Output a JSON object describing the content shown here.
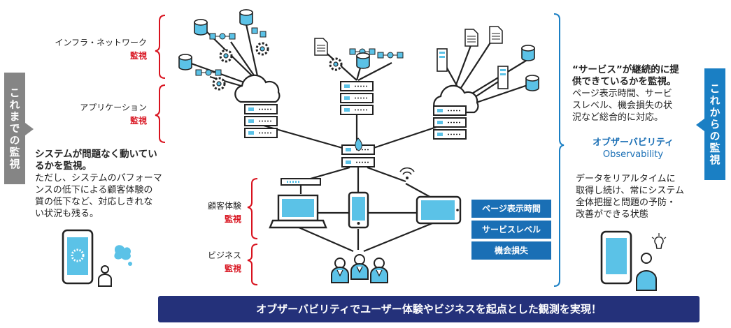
{
  "left_tab": "これまでの監視",
  "right_tab": "これからの監視",
  "categories": {
    "infra": {
      "line1": "インフラ・ネットワーク",
      "line2": "監視"
    },
    "app": {
      "line1": "アプリケーション",
      "line2": "監視"
    },
    "cx": {
      "line1": "顧客体験",
      "line2": "監視"
    },
    "biz": {
      "line1": "ビジネス",
      "line2": "監視"
    }
  },
  "left_text": {
    "bold1": "システムが問題なく動いてい",
    "bold2": "るかを監視。",
    "lines": [
      "ただし、システムのパフォーマ",
      "ンスの低下による顧客体験の",
      "質の低下など、対応しきれな",
      "い状況も残る。"
    ]
  },
  "right_text": {
    "bold1": "“サービス”が継続的に提",
    "bold2": "供できているかを監視。",
    "lines": [
      "ページ表示時間、サービ",
      "スレベル、機会損失の状",
      "況など総合的に対応。"
    ]
  },
  "observability": {
    "title": "オブザーバビリティ",
    "subtitle": "Observability"
  },
  "right_text2": {
    "lines": [
      "データをリアルタイムに",
      "取得し続け、常にシステム",
      "全体把握と問題の予防・",
      "改善ができる状態"
    ]
  },
  "metrics": [
    "ページ表示時間",
    "サービスレベル",
    "機会損失"
  ],
  "banner": "オブザーバビリティでユーザー体験やビジネスを起点とした観測を実現！",
  "colors": {
    "tab_left": "#858585",
    "tab_right": "#1a7fc4",
    "accent": "#1a6fb5",
    "red": "#d8121e",
    "device_blue": "#5bc2e7",
    "banner": "#24317a"
  }
}
